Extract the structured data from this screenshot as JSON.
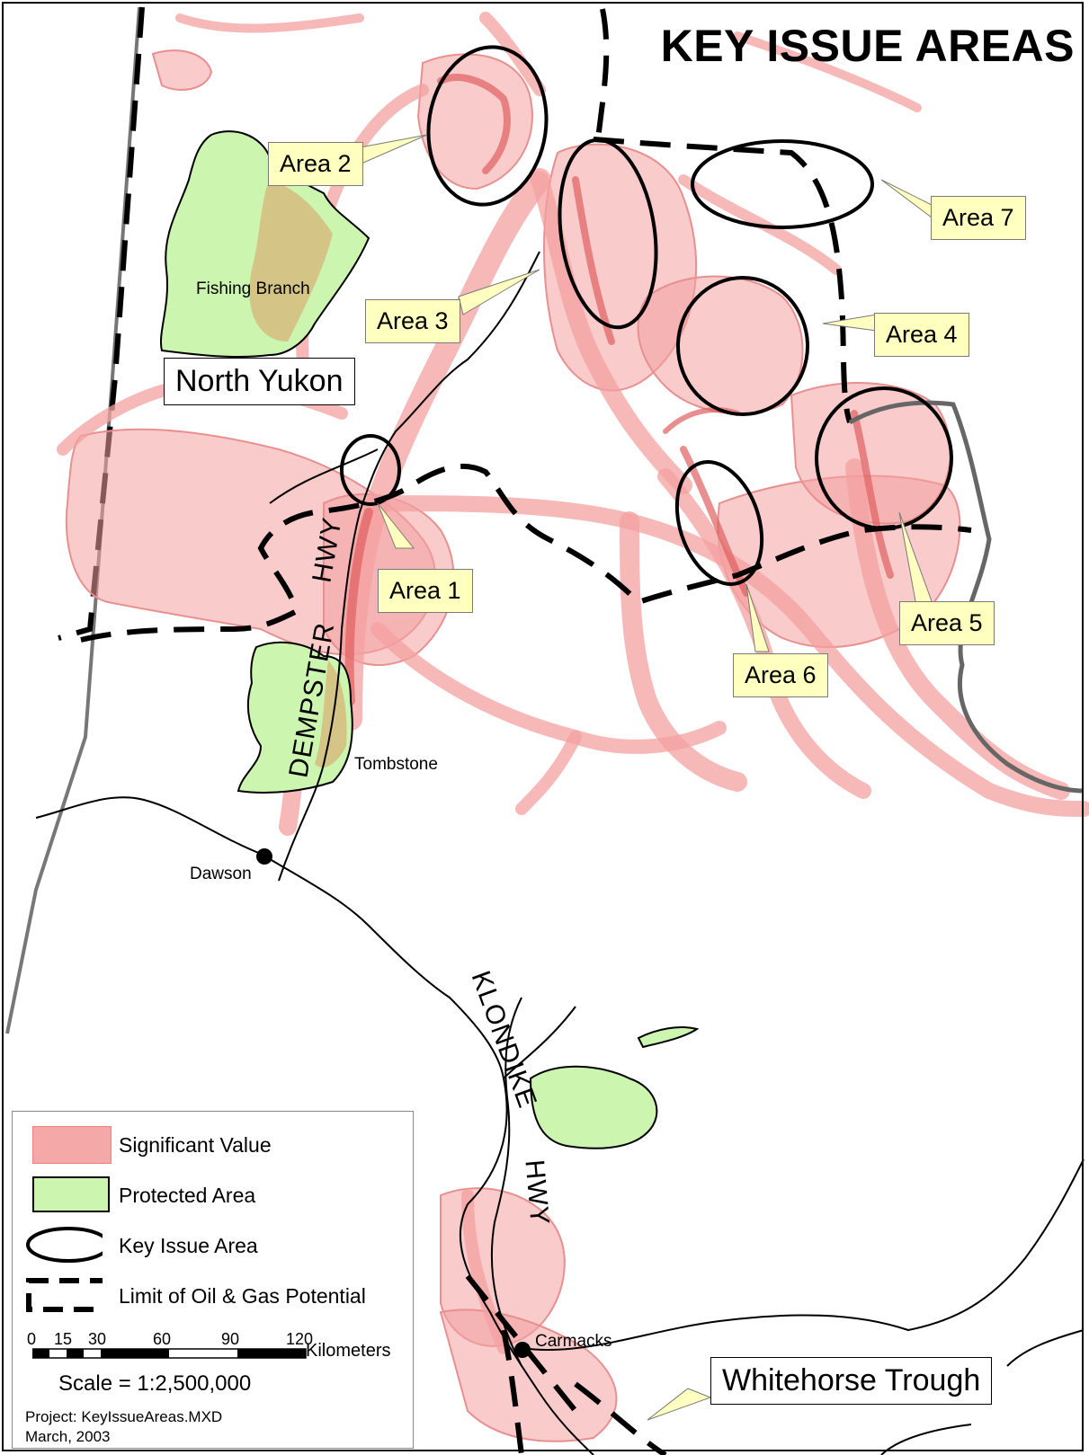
{
  "title": "KEY ISSUE AREAS",
  "callouts": {
    "area1": "Area 1",
    "area2": "Area 2",
    "area3": "Area 3",
    "area4": "Area 4",
    "area5": "Area 5",
    "area6": "Area 6",
    "area7": "Area 7"
  },
  "regions": {
    "north_yukon": "North Yukon",
    "whitehorse_trough": "Whitehorse Trough"
  },
  "places": {
    "fishing_branch": "Fishing Branch",
    "tombstone": "Tombstone",
    "dawson": "Dawson",
    "carmacks": "Carmacks"
  },
  "highways": {
    "dempster": "DEMPSTER",
    "dempster_hwy": "HWY",
    "klondike": "KLONDIKE",
    "klondike_hwy": "HWY"
  },
  "legend": {
    "significant_value": "Significant Value",
    "protected_area": "Protected Area",
    "key_issue_area": "Key Issue Area",
    "limit_oil_gas": "Limit of Oil & Gas Potential"
  },
  "scale": {
    "ticks": [
      "0",
      "15",
      "30",
      "60",
      "90",
      "120"
    ],
    "units": "Kilometers",
    "ratio": "Scale = 1:2,500,000"
  },
  "project": {
    "file": "Project: KeyIssueAreas.MXD",
    "date": "March, 2003"
  },
  "colors": {
    "significant_value": "#f4a0a0",
    "significant_value_dark": "#e06060",
    "protected_area": "#ccf5b0",
    "callout_fill": "#ffffc0",
    "border_gray": "#707070"
  }
}
